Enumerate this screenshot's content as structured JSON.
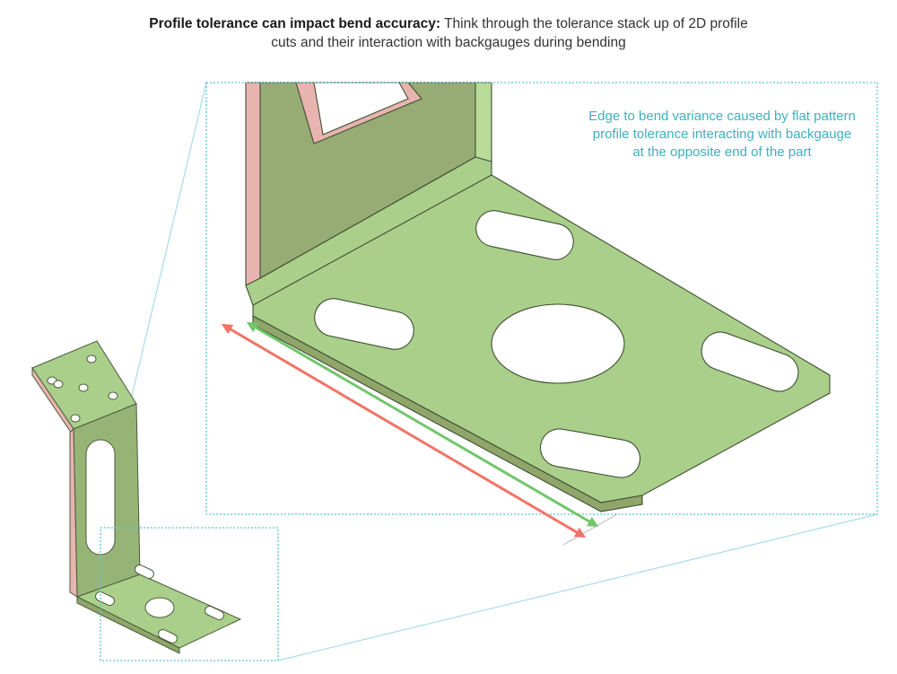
{
  "caption": {
    "bold": "Profile tolerance can impact bend accuracy:",
    "rest": " Think through the tolerance stack up of 2D profile cuts and their interaction with backgauges during bending"
  },
  "annotation": {
    "text": "Edge to bend variance caused by flat pattern profile tolerance interacting with backgauge at the opposite end of the part"
  },
  "colors": {
    "part_green": "#a9cf8a",
    "part_green_dark": "#8fa56a",
    "part_pink": "#e8b4b0",
    "callout_cyan": "#5cc3d6",
    "arrow_red": "#f07468",
    "arrow_green": "#72c66c"
  }
}
